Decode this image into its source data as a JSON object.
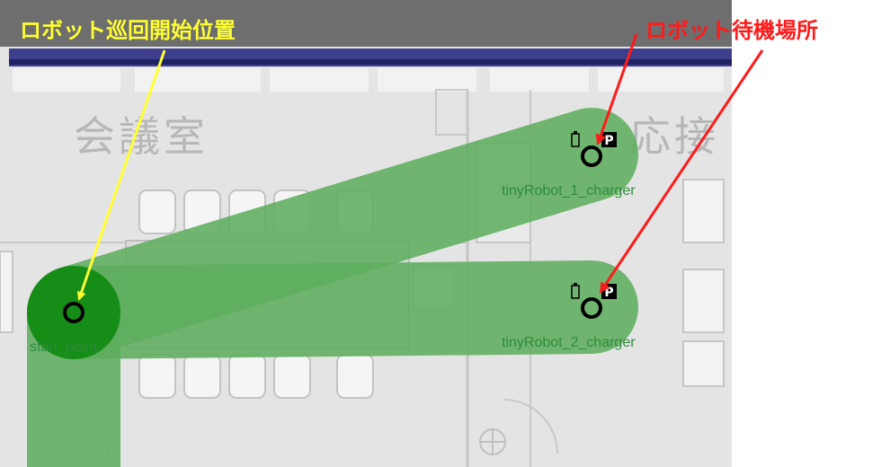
{
  "map": {
    "room_label_1": "会議室",
    "room_label_2": "応接"
  },
  "waypoints": {
    "start": "start_point",
    "charger_1": "tinyRobot_1_charger",
    "charger_2": "tinyRobot_2_charger"
  },
  "icons": {
    "battery": "battery-icon",
    "parking": "P"
  },
  "annotations": {
    "start_label": "ロボット巡回開始位置",
    "wait_label": "ロボット待機場所",
    "start_color": "#ffff33",
    "wait_color": "#ff1a1a"
  },
  "colors": {
    "lane": "#5fae5f",
    "start_marker": "#0e8a0e",
    "waypoint_text": "#2e8b3a"
  }
}
